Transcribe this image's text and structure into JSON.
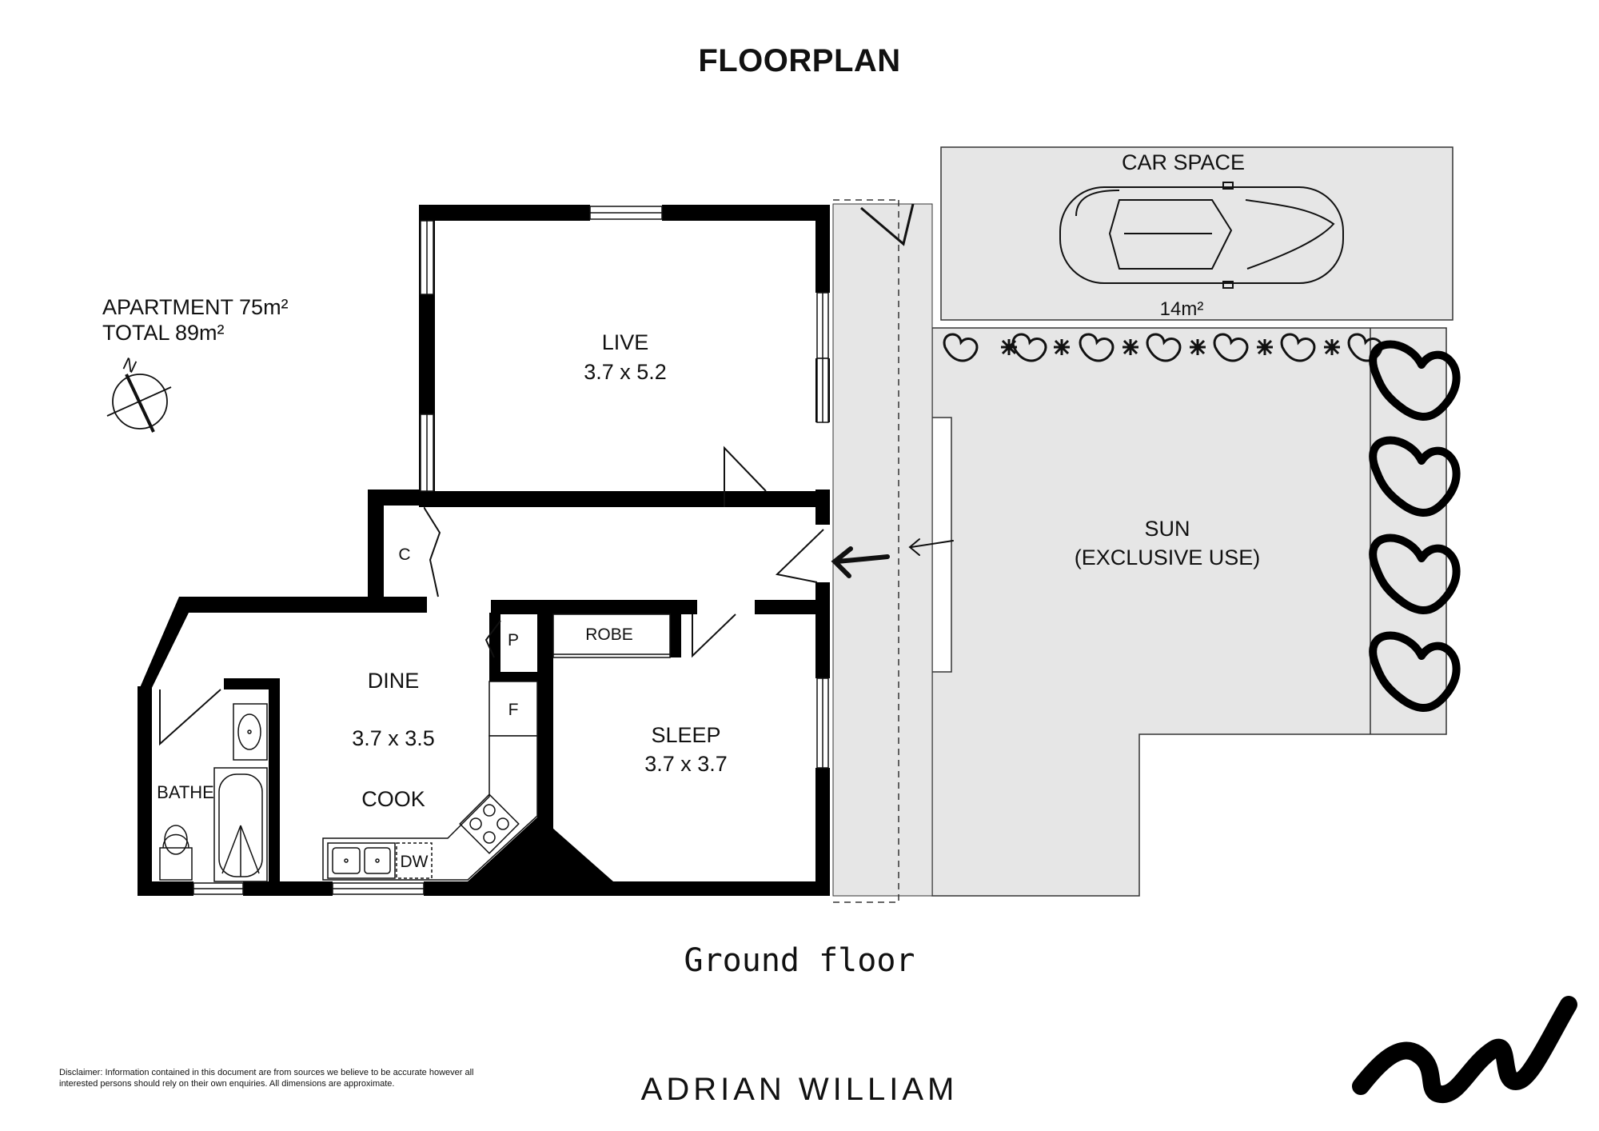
{
  "page": {
    "title": "FLOORPLAN",
    "floor_label": "Ground floor"
  },
  "area_summary": {
    "apartment": "APARTMENT 75m²",
    "total": "TOTAL 89m²"
  },
  "compass": {
    "north_label": "N"
  },
  "rooms": {
    "live": {
      "name": "LIVE",
      "dims": "3.7 x 5.2"
    },
    "dine": {
      "name": "DINE",
      "dims": "3.7 x 3.5"
    },
    "cook": {
      "name": "COOK"
    },
    "sleep": {
      "name": "SLEEP",
      "dims": "3.7 x 3.7"
    },
    "bathe": {
      "name": "BATHE"
    },
    "robe": {
      "name": "ROBE"
    },
    "cupboard": {
      "name": "C"
    },
    "pantry": {
      "name": "P"
    },
    "fridge": {
      "name": "F"
    },
    "dishwasher": {
      "name": "DW"
    }
  },
  "outdoor": {
    "car_space": {
      "name": "CAR SPACE",
      "area": "14m²"
    },
    "sun": {
      "name": "SUN",
      "note": "(EXCLUSIVE USE)"
    }
  },
  "colors": {
    "wall": "#000000",
    "fill": "#e6e6e6",
    "background": "#ffffff"
  },
  "icons": [
    "compass-icon",
    "car-icon",
    "plant-icon",
    "entry-arrow-icon",
    "toilet-icon",
    "bathtub-icon",
    "basin-icon",
    "sink-icon",
    "cooktop-icon",
    "brand-logo-icon"
  ],
  "footer": {
    "disclaimer": "Disclaimer: Information contained in this document are from sources we believe to be accurate however all interested persons should rely on their own enquiries. All dimensions are approximate.",
    "brand": "ADRIAN WILLIAM"
  }
}
